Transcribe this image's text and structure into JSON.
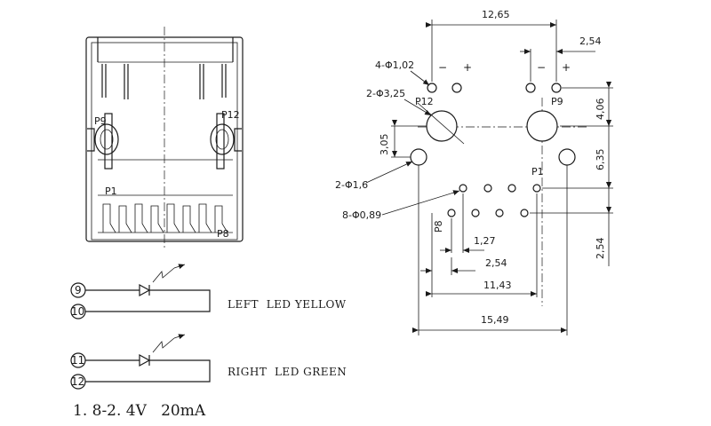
{
  "front_view": {
    "pin_labels": {
      "p9": "P9",
      "p12": "P12",
      "p1": "P1",
      "p8": "P8"
    }
  },
  "footprint": {
    "dims": {
      "d12_65": "12,65",
      "d2_54_top": "2,54",
      "d4_06": "4,06",
      "d6_35": "6,35",
      "d2_54_right": "2,54",
      "d3_05": "3,05",
      "d1_27": "1,27",
      "d2_54_bottom": "2,54",
      "d11_43": "11,43",
      "d15_49": "15,49"
    },
    "callouts": {
      "led_holes": "4-Φ1,02",
      "big_holes": "2-Φ3,25",
      "mount_holes": "2-Φ1,6",
      "pin_holes": "8-Φ0,89"
    },
    "pin_labels": {
      "p12": "P12",
      "p9": "P9",
      "p1": "P1",
      "p8": "P8"
    },
    "polarity": {
      "minus": "−",
      "plus": "+"
    }
  },
  "schematic": {
    "left_led": {
      "pin_a": "9",
      "pin_b": "10",
      "label": "LEFT  LED YELLOW"
    },
    "right_led": {
      "pin_a": "11",
      "pin_b": "12",
      "label": "RIGHT  LED GREEN"
    },
    "spec": "1. 8-2. 4V   20mA"
  }
}
